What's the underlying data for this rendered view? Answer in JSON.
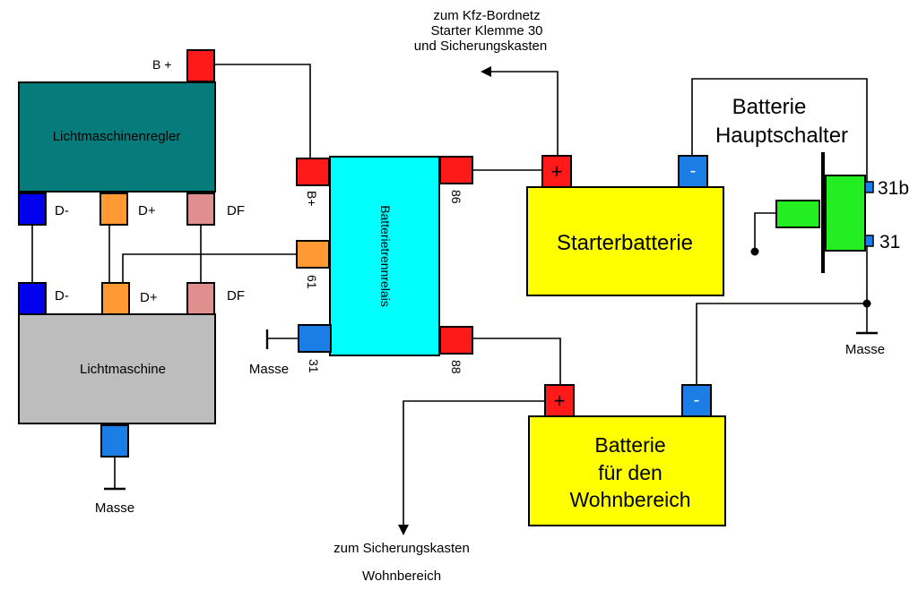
{
  "colors": {
    "regler": "#067b7b",
    "lichtmaschine": "#bdbdbd",
    "relais": "#00ffff",
    "battery": "#ffff00",
    "terminal_red": "#ff1a1a",
    "terminal_blue": "#1a7ee6",
    "terminal_darkblue": "#0000ee",
    "terminal_orange": "#ff9933",
    "terminal_pink": "#e08f8f",
    "switch_green": "#22ee22"
  },
  "components": {
    "regler": {
      "label": "Lichtmaschinenregler"
    },
    "lichtmaschine": {
      "label": "Lichtmaschine"
    },
    "relais": {
      "label": "Batterietrennrelais"
    },
    "starterbatterie": {
      "label": "Starterbatterie"
    },
    "wohnbatterie": {
      "lines": [
        "Batterie",
        "für den",
        "Wohnbereich"
      ]
    },
    "hauptschalter": {
      "lines": [
        "Batterie",
        "Hauptschalter"
      ]
    }
  },
  "terminals": {
    "b_plus_top": "B +",
    "d_minus": "D-",
    "d_plus": "D+",
    "df": "DF",
    "relais_b_plus": "B+",
    "relais_86": "86",
    "relais_61": "61",
    "relais_31": "31",
    "relais_88": "88",
    "plus_sign": "+",
    "minus_sign": "-",
    "switch_31b": "31b",
    "switch_31": "31"
  },
  "notes": {
    "bordnetz": [
      "zum Kfz-Bordnetz",
      "Starter Klemme 30",
      "und Sicherungskasten"
    ],
    "sicherung_wohn_1": "zum Sicherungskasten",
    "sicherung_wohn_2": "Wohnbereich",
    "masse": "Masse"
  }
}
